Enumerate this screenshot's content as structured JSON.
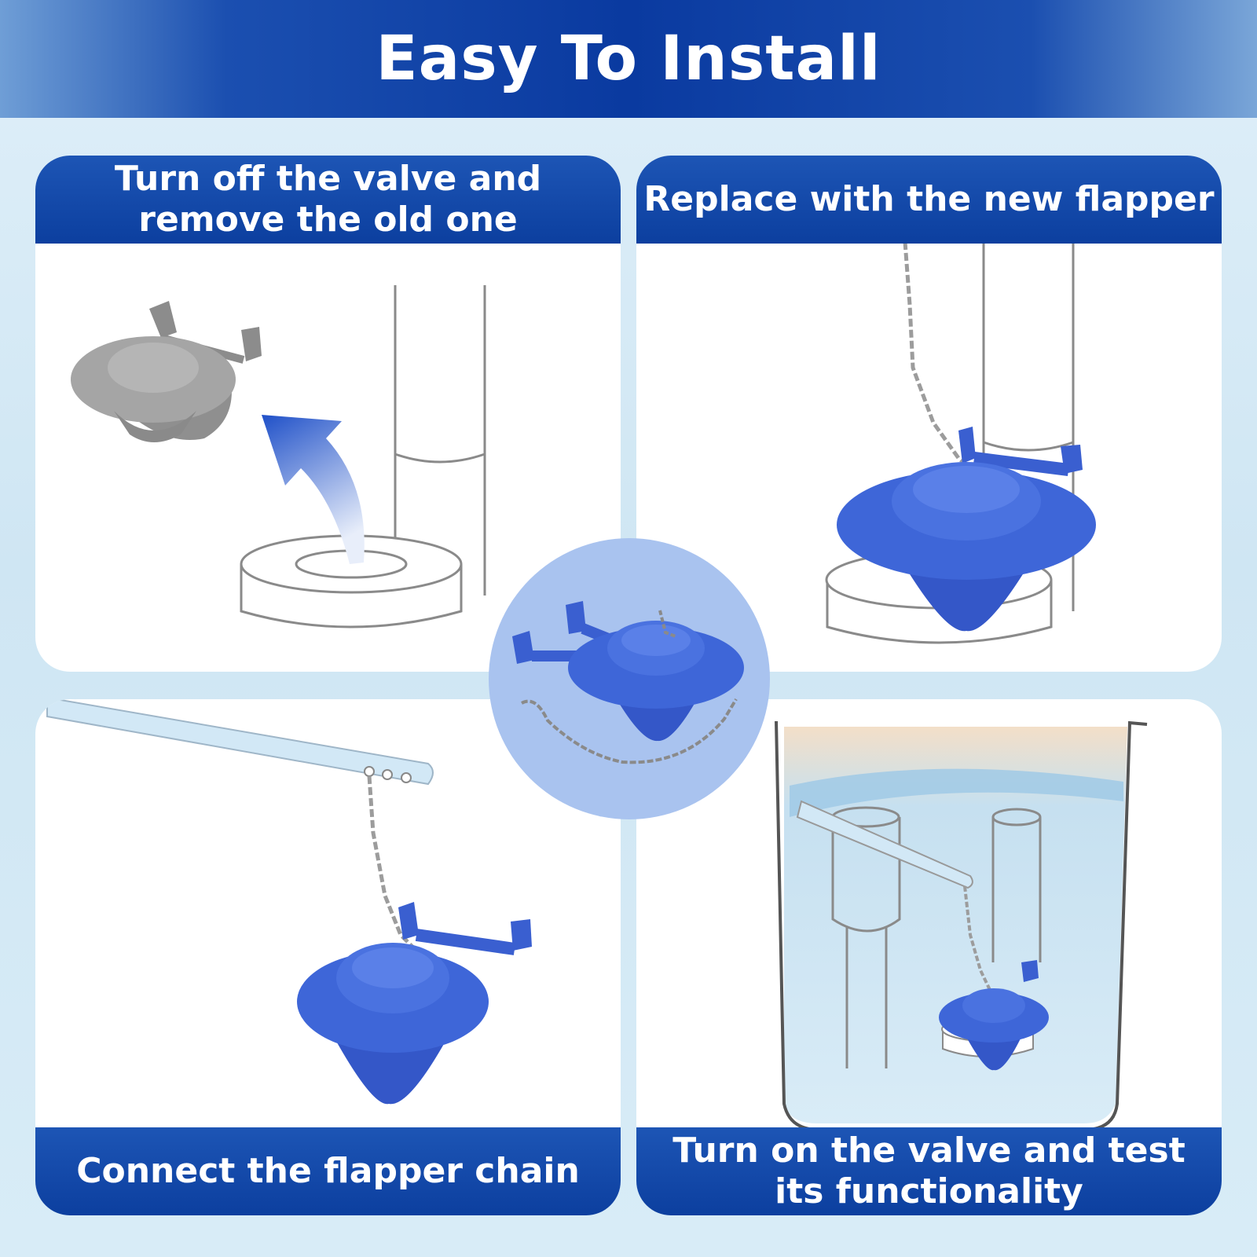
{
  "header": {
    "title": "Easy To Install"
  },
  "steps": [
    {
      "lines": [
        "Turn off the valve and",
        "remove the old one"
      ]
    },
    {
      "lines": [
        "Replace with the new flapper"
      ]
    },
    {
      "lines": [
        "Connect the flapper chain"
      ]
    },
    {
      "lines": [
        "Turn on the valve and test",
        "its functionality"
      ]
    }
  ],
  "colors": {
    "banner": "#0a3aa0",
    "caption": "#0c3f9f",
    "flapper": "#3a63d4",
    "old_flapper": "#9a9a9a",
    "water": "#bcdcef",
    "circle": "#a9c3ef"
  },
  "icons": [
    "flapper-icon",
    "old-flapper-icon",
    "lift-arrow-icon",
    "chain-icon",
    "toilet-tank-icon"
  ]
}
